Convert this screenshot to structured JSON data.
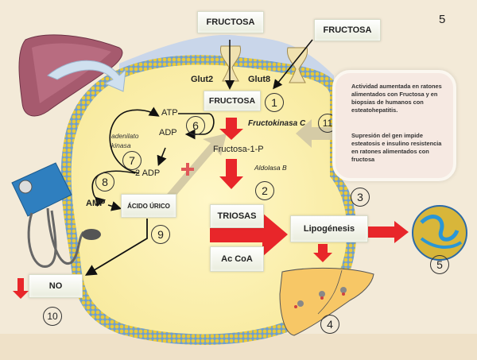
{
  "page_number": "5",
  "top": {
    "fructosa_left": "FRUCTOSA",
    "fructosa_right": "FRUCTOSA",
    "transporters": [
      "Glut2",
      "Glut8"
    ]
  },
  "cell": {
    "fructosa_inside": "FRUCTOSA",
    "enzyme_fructokinase": "Fructokinasa C",
    "fructose_1_p": "Fructosa-1-P",
    "enzyme_aldolase": "Aldolasa B",
    "atp": "ATP",
    "adp": "ADP",
    "two_adp": "2 ADP",
    "amp": "AMP",
    "enzyme_adenylate_kinase_line1": "adenilato",
    "enzyme_adenylate_kinase_line2": "kinasa",
    "uric_acid": "ÁCIDO ÚRICO",
    "triosas": "TRIOSAS",
    "ac_coa": "Ac CoA",
    "lipogenesis": "Lipogénesis",
    "no": "NO",
    "plus_symbol": "+"
  },
  "info_box": {
    "up_text": "Actividad aumentada en ratones alimentados con Fructosa y en biopsias de humanos con esteatohepatitis.",
    "down_text": "Supresión del gen impide esteatosis e insulino resistencia en ratones alimentados con fructosa"
  },
  "step_numbers": [
    "1",
    "2",
    "3",
    "4",
    "5",
    "6",
    "7",
    "8",
    "9",
    "10",
    "11"
  ],
  "colors": {
    "background": "#f3ead8",
    "cell": "#fbf1b8",
    "membrane_blue": "#8fa6d6",
    "membrane_yellow": "#f2dc6a",
    "arrow_red": "#e8262a",
    "liver_outer": "#a65a6e",
    "info_bg": "#f6e9e2"
  },
  "icons": [
    "liver-icon",
    "blood-pressure-cuff-icon",
    "fatty-liver-icon",
    "lipid-droplet-icon",
    "glut-transporter-icon"
  ]
}
